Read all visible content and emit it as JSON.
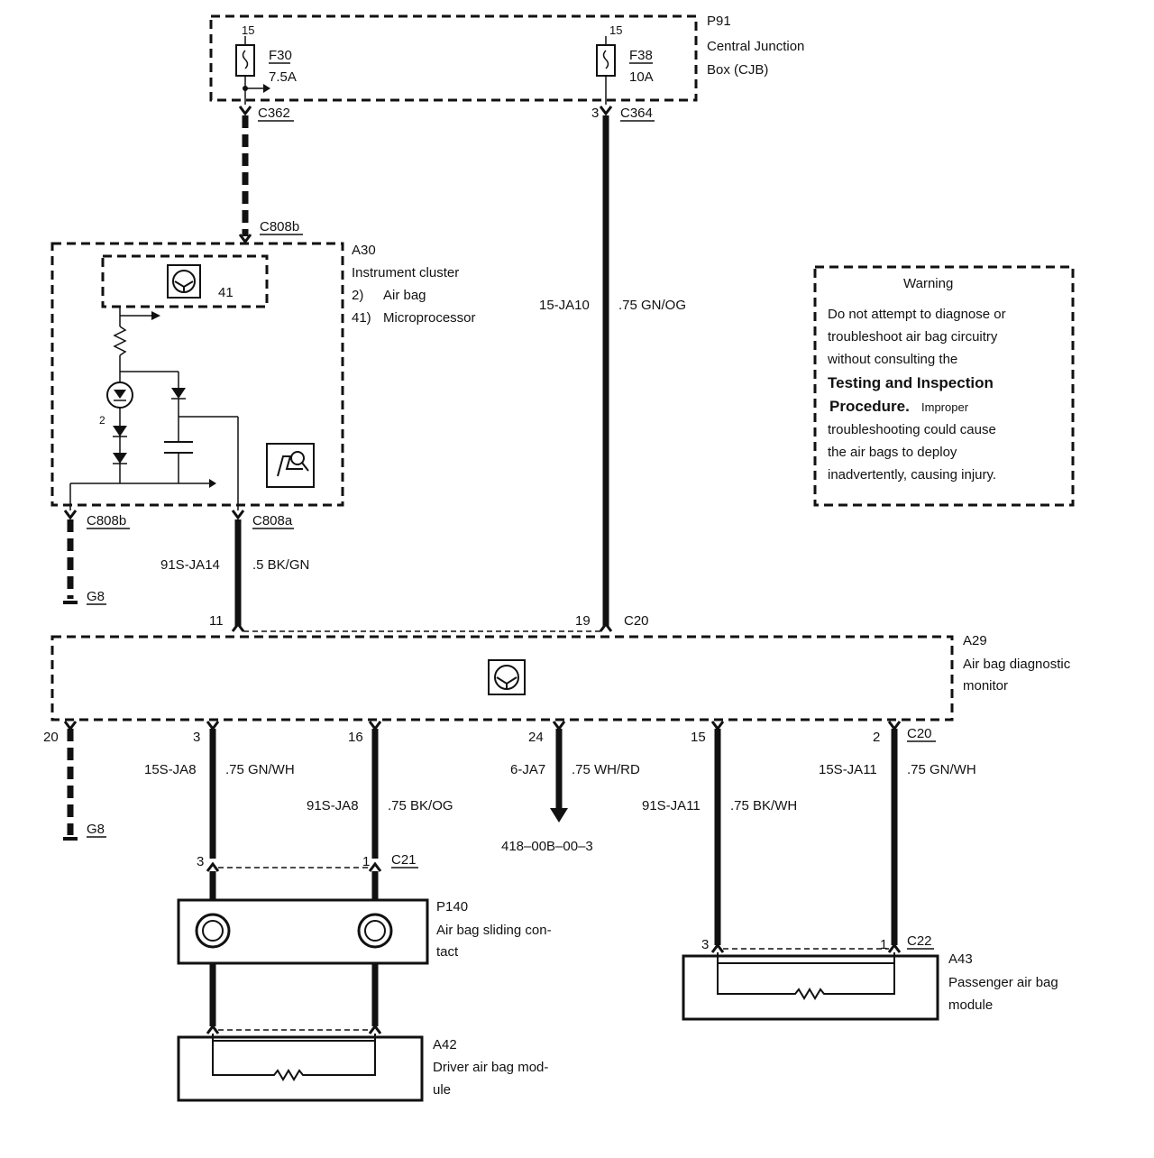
{
  "cjb": {
    "ref": "P91",
    "name1": "Central Junction",
    "name2": "Box (CJB)",
    "f30_pin": "15",
    "f30_label": "F30",
    "f30_rating": "7.5A",
    "f38_pin": "15",
    "f38_label": "F38",
    "f38_rating": "10A"
  },
  "connectors": {
    "c362": "C362",
    "c364": "C364",
    "c364_pin": "3",
    "c808b_top": "C808b",
    "c808b_bot": "C808b",
    "c808a": "C808a",
    "c20": "C20",
    "c20_pin11": "11",
    "c20_pin19": "19",
    "c21": "C21",
    "c21_pin3": "3",
    "c21_pin1": "1",
    "c22": "C22",
    "c22_pin3": "3",
    "c22_pin1": "1"
  },
  "cluster": {
    "ref": "A30",
    "name": "Instrument cluster",
    "legend1_num": "2)",
    "legend1_text": "Air bag",
    "legend2_num": "41)",
    "legend2_text": "Microprocessor",
    "mp_num": "41",
    "bulb_num": "2"
  },
  "wires": {
    "ja10_id": "15-JA10",
    "ja10_spec": ".75 GN/OG",
    "ja14_id": "91S-JA14",
    "ja14_spec": ".5 BK/GN",
    "ja8a_id": "15S-JA8",
    "ja8a_spec": ".75 GN/WH",
    "ja8b_id": "91S-JA8",
    "ja8b_spec": ".75 BK/OG",
    "ja7_id": "6-JA7",
    "ja7_spec": ".75 WH/RD",
    "ja7_ref": "418–00B–00–3",
    "ja11a_id": "91S-JA11",
    "ja11a_spec": ".75 BK/WH",
    "ja11b_id": "15S-JA11",
    "ja11b_spec": ".75 GN/WH"
  },
  "grounds": {
    "g8_top": "G8",
    "g8_bot": "G8"
  },
  "monitor": {
    "ref": "A29",
    "name1": "Air bag diagnostic",
    "name2": "monitor",
    "pin20": "20",
    "pin3": "3",
    "pin16": "16",
    "pin24": "24",
    "pin15": "15",
    "pin2": "2",
    "c20": "C20"
  },
  "sliding": {
    "ref": "P140",
    "name1": "Air bag sliding con-",
    "name2": "tact"
  },
  "driver": {
    "ref": "A42",
    "name1": "Driver air bag mod-",
    "name2": "ule"
  },
  "passenger": {
    "ref": "A43",
    "name1": "Passenger air bag",
    "name2": "module"
  },
  "warning": {
    "title": "Warning",
    "line1": "Do not attempt to diagnose or",
    "line2": "troubleshoot air bag circuitry",
    "line3": "without consulting the",
    "bold1": "Testing and  Inspection",
    "bold2": "Procedure.",
    "line4": "Improper",
    "line5": "troubleshooting could cause",
    "line6": "the air bags to deploy",
    "line7": "inadvertently, causing injury."
  }
}
